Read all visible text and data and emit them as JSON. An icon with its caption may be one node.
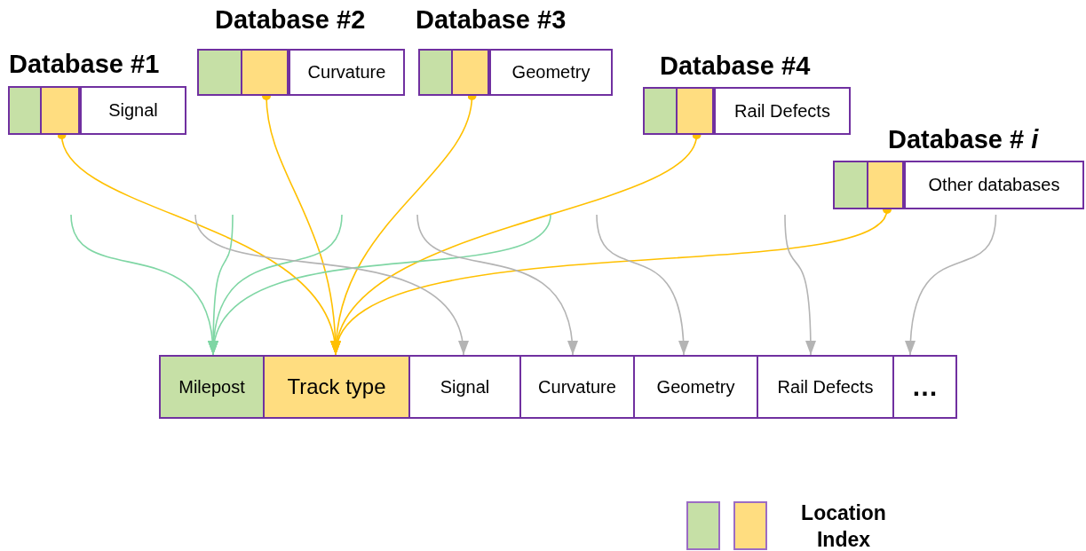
{
  "diagram": {
    "nodes": [
      {
        "text": [
          "Database #1"
        ]
      },
      {
        "text": [],
        "shape": "box",
        "in": 0
      },
      {
        "text": [],
        "shape": "box",
        "in": 0
      },
      {
        "text": [
          "Signal"
        ],
        "in": 0
      },
      {
        "text": [
          "Database #2"
        ]
      },
      {
        "text": [],
        "shape": "box",
        "in": 4
      },
      {
        "text": [],
        "shape": "box",
        "in": 4
      },
      {
        "text": [
          "Curvature"
        ],
        "in": 4
      },
      {
        "text": [
          "Database #3"
        ]
      },
      {
        "text": [],
        "shape": "box",
        "in": 8
      },
      {
        "text": [],
        "shape": "box",
        "in": 8
      },
      {
        "text": [
          "Geometry"
        ],
        "in": 8
      },
      {
        "text": [
          "Database #4"
        ]
      },
      {
        "text": [],
        "shape": "box",
        "in": 12
      },
      {
        "text": [],
        "shape": "box",
        "in": 12
      },
      {
        "text": [
          "Rail Defects"
        ],
        "in": 12
      },
      {
        "text": [
          "Database # *i*"
        ]
      },
      {
        "text": [],
        "shape": "box",
        "in": 16
      },
      {
        "text": [],
        "shape": "box",
        "in": 16
      },
      {
        "text": [
          "Other databases"
        ],
        "in": 16
      },
      {
        "text": [
          "Milepost"
        ]
      },
      {
        "text": [
          "Track type"
        ]
      },
      {
        "text": [
          "Signal"
        ]
      },
      {
        "text": [
          "Curvature"
        ]
      },
      {
        "text": [
          "Geometry"
        ]
      },
      {
        "text": [
          "Rail Defects"
        ]
      },
      {
        "text": [
          "…"
        ]
      }
    ],
    "edges": [
      {
        "from": 2,
        "to": 21,
        "arrow": "to",
        "color": "#ffc000"
      },
      {
        "from": 6,
        "to": 21,
        "arrow": "to",
        "color": "#ffc000"
      },
      {
        "from": 10,
        "to": 21,
        "arrow": "to",
        "color": "#ffc000"
      },
      {
        "from": 14,
        "to": 21,
        "arrow": "to",
        "color": "#ffc000"
      },
      {
        "from": 18,
        "to": 21,
        "arrow": "to",
        "color": "#ffc000"
      },
      {
        "from": null,
        "to": 20,
        "arrow": "to",
        "color": "#7fd6a4"
      },
      {
        "from": null,
        "to": 20,
        "arrow": "to",
        "color": "#7fd6a4"
      },
      {
        "from": null,
        "to": 20,
        "arrow": "to",
        "color": "#7fd6a4"
      },
      {
        "from": null,
        "to": 20,
        "arrow": "to",
        "color": "#7fd6a4"
      },
      {
        "from": null,
        "to": 22,
        "arrow": "to",
        "color": "#b4b4b4"
      },
      {
        "from": null,
        "to": 23,
        "arrow": "to",
        "color": "#b4b4b4"
      },
      {
        "from": null,
        "to": 24,
        "arrow": "to",
        "color": "#b4b4b4"
      },
      {
        "from": null,
        "to": 25,
        "arrow": "to",
        "color": "#b4b4b4"
      },
      {
        "from": 19,
        "to": 26,
        "arrow": "to",
        "color": "#b4b4b4"
      }
    ],
    "legend": [
      {
        "text": "Location Index",
        "color": "#c6e0a6"
      }
    ]
  }
}
